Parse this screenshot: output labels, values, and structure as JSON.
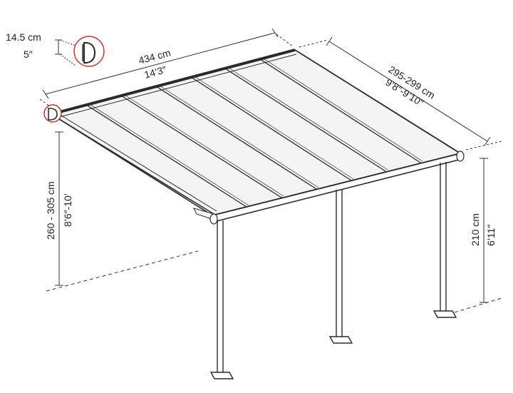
{
  "colors": {
    "line": "#2a2a2a",
    "dim": "#333333",
    "panel": "#f4f4f4",
    "highlight": "#c0392b"
  },
  "labels": {
    "profile_cm": "14.5 cm",
    "profile_in": "5″",
    "width_cm": "434 cm",
    "width_in": "14’3″",
    "depth_cm": "295-299 cm",
    "depth_in": "9’8″-9’10″",
    "height_back_cm": "260 - 305 cm",
    "height_back_in": "8’6″-10’",
    "height_front_cm": "210 cm",
    "height_front_in": "6’11″"
  },
  "icons": {
    "profile_detail": "gutter-profile-icon",
    "wall_profile": "wall-profile-icon"
  }
}
